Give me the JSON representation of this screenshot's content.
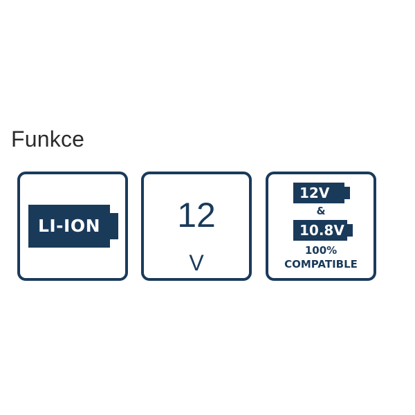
{
  "section": {
    "title": "Funkce"
  },
  "colors": {
    "accent": "#1a3a5a",
    "background": "#ffffff",
    "text": "#2b2b2b"
  },
  "features": {
    "battery_type": {
      "icon": "battery-icon",
      "label": "LI-ION"
    },
    "voltage": {
      "value": "12",
      "unit": "V"
    },
    "compatibility": {
      "icon": "battery-icon",
      "voltage_a": "12V",
      "connector": "&",
      "voltage_b": "10.8V",
      "line1": "100%",
      "line2": "COMPATIBLE"
    }
  }
}
